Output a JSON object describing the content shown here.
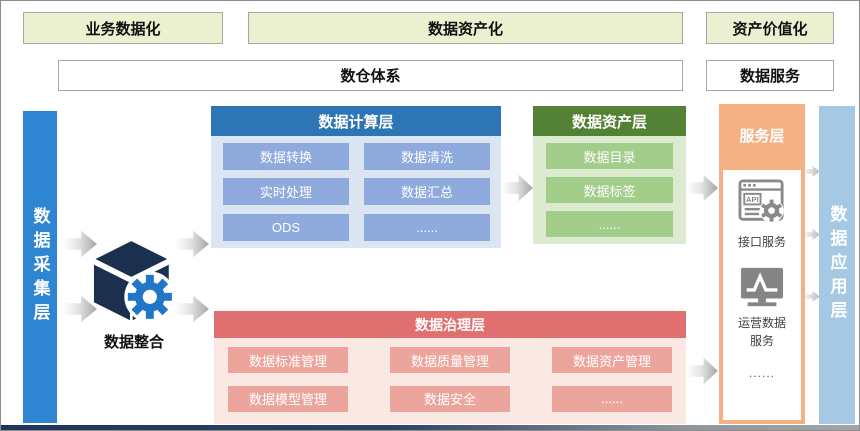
{
  "banners": {
    "business_datafication": "业务数据化",
    "data_assetization": "数据资产化",
    "asset_valorization": "资产价值化",
    "warehouse_system": "数仓体系",
    "data_service": "数据服务"
  },
  "collection_bar": {
    "label": "数据采集层"
  },
  "application_bar": {
    "label": "数据应用层"
  },
  "integration": {
    "label": "数据整合",
    "icon": "cube-gear-icon"
  },
  "computing_layer": {
    "title": "数据计算层",
    "cells": [
      "数据转换",
      "数据清洗",
      "实时处理",
      "数据汇总",
      "ODS",
      "......"
    ]
  },
  "asset_layer": {
    "title": "数据资产层",
    "cells": [
      "数据目录",
      "数据标签",
      "......"
    ]
  },
  "governance_layer": {
    "title": "数据治理层",
    "cells": [
      "数据标准管理",
      "数据质量管理",
      "数据资产管理",
      "数据模型管理",
      "数据安全",
      "......"
    ]
  },
  "service_layer": {
    "title": "服务层",
    "api_icon_text": "API",
    "items": [
      {
        "icon": "api-icon",
        "label": "接口服务"
      },
      {
        "icon": "monitor-chart-icon",
        "label": "运营数据服务"
      }
    ],
    "more": "......"
  },
  "colors": {
    "banner_green_fill": "#EAF0D0",
    "collection_bar_blue": "#2E86D2",
    "application_bar_blue": "#A5C9E5",
    "computing_header_blue": "#2E75B6",
    "computing_body": "#DCE6F2",
    "computing_cell": "#8FAADC",
    "asset_header_green": "#538135",
    "asset_body": "#DCEACF",
    "asset_cell": "#A3CD8B",
    "governance_header_red": "#E07070",
    "governance_body": "#FAE8E2",
    "governance_cell": "#ECA59D",
    "service_orange": "#F5B183",
    "cube_navy": "#1B2F4E",
    "gear_blue": "#2176C7"
  }
}
